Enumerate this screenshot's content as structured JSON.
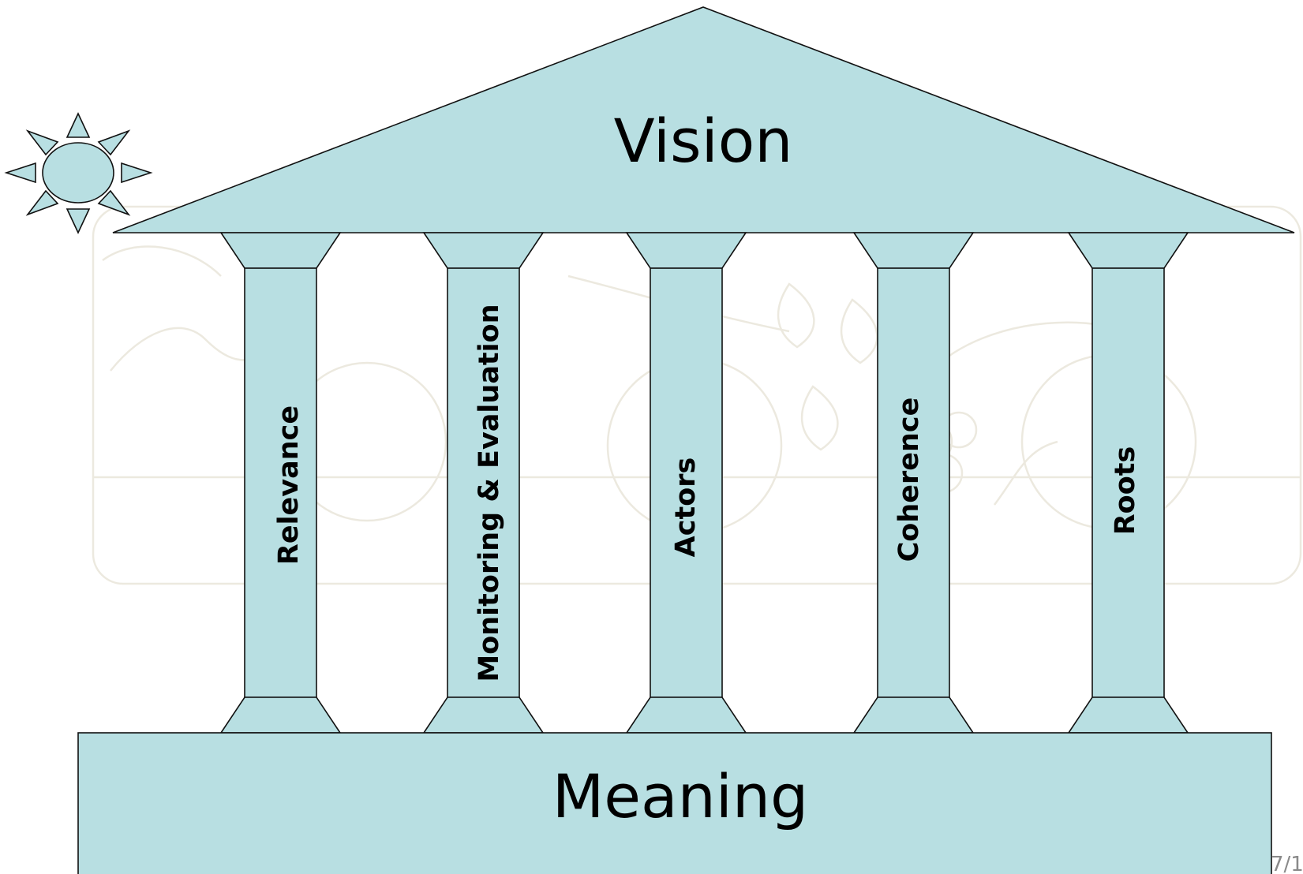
{
  "diagram": {
    "roof_label": "Vision",
    "base_label": "Meaning",
    "pillars": [
      {
        "label": "Relevance"
      },
      {
        "label": "Monitoring & Evaluation"
      },
      {
        "label": "Actors"
      },
      {
        "label": "Coherence"
      },
      {
        "label": "Roots"
      }
    ]
  },
  "page_number": "7/1",
  "icons": {
    "sun": "sun-icon",
    "background": "fruit-basket-watermark"
  },
  "colors": {
    "shape_fill": "#b8dfe2",
    "outline": "#111111",
    "watermark_line": "#ece9df",
    "watermark_green": "#f3f6e2"
  }
}
